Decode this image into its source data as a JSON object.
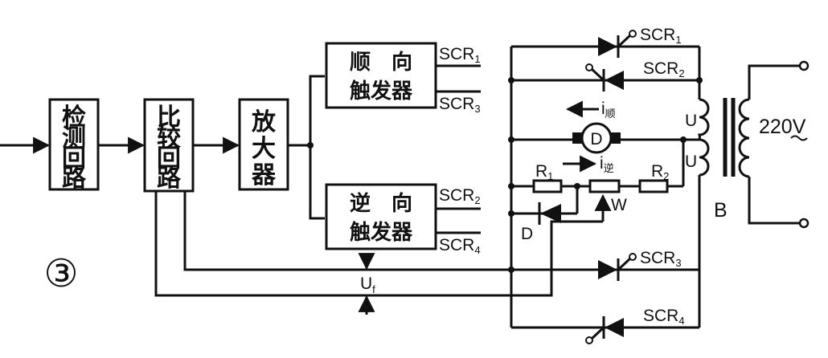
{
  "figure_number": "③",
  "blocks": {
    "detect": [
      "检",
      "测",
      "回",
      "路"
    ],
    "compare": [
      "比",
      "较",
      "回",
      "路"
    ],
    "amplifier": [
      "放",
      "大",
      "器"
    ],
    "forward": {
      "line1": "顺　向",
      "line2": "触发器"
    },
    "reverse": {
      "line1": "逆　向",
      "line2": "触发器"
    }
  },
  "outputs": {
    "fwd_top": "SCR",
    "fwd_top_sub": "1",
    "fwd_bot": "SCR",
    "fwd_bot_sub": "3",
    "rev_top": "SCR",
    "rev_top_sub": "2",
    "rev_bot": "SCR",
    "rev_bot_sub": "4"
  },
  "thyristors": {
    "scr1": "SCR",
    "scr1_sub": "1",
    "scr2": "SCR",
    "scr2_sub": "2",
    "scr3": "SCR",
    "scr3_sub": "3",
    "scr4": "SCR",
    "scr4_sub": "4"
  },
  "components": {
    "motor": "D",
    "diode": "D",
    "r1": "R",
    "r1_sub": "1",
    "r2": "R",
    "r2_sub": "2",
    "pot": "W",
    "transformer": "B",
    "u_top": "U",
    "u_bot": "U",
    "uf": "U",
    "uf_sub": "f",
    "i_fwd": "i",
    "i_fwd_sub": "顺",
    "i_rev": "i",
    "i_rev_sub": "逆",
    "supply": "220V"
  }
}
